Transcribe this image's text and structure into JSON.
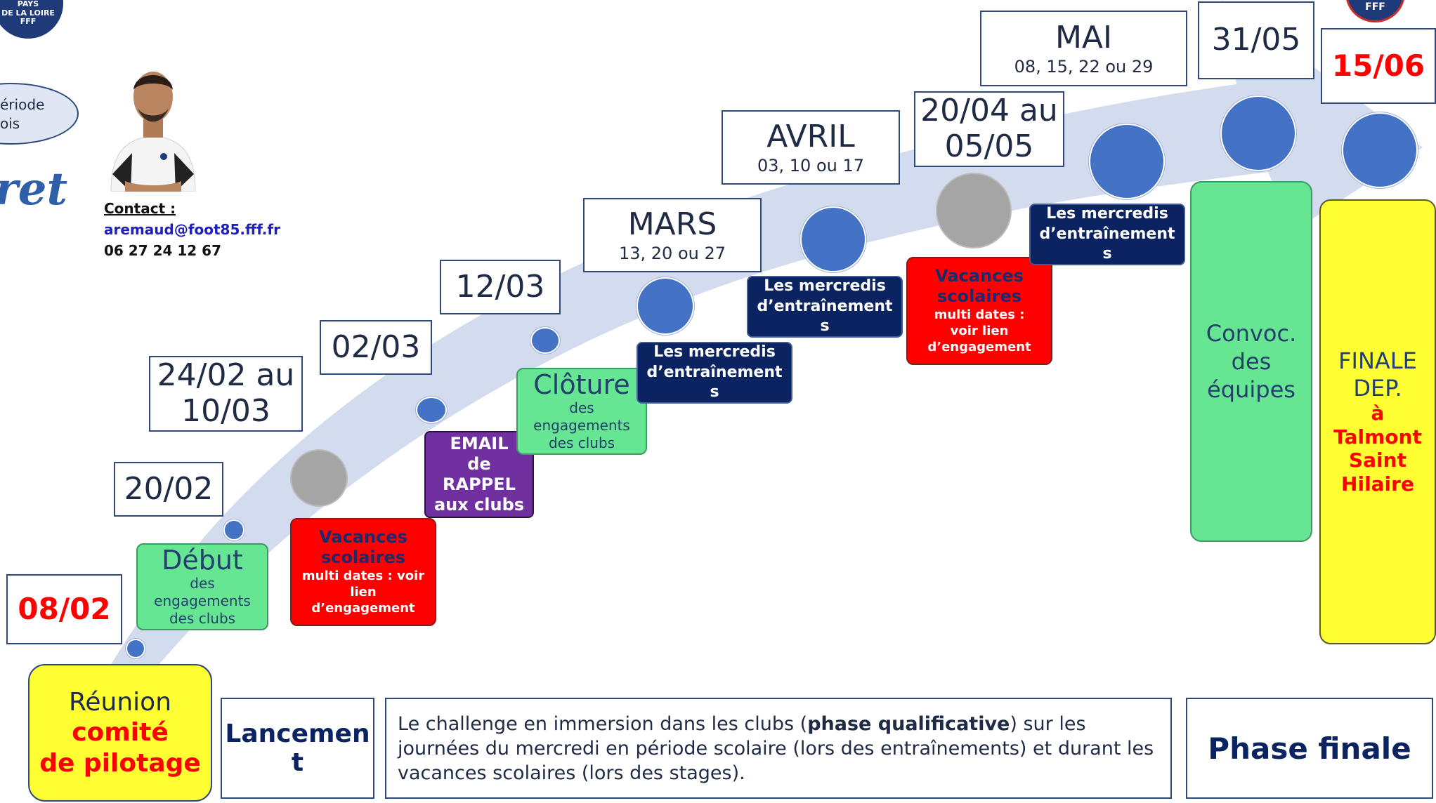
{
  "logos": {
    "league_top": "PAYS",
    "league_mid": "DE LA LOIRE",
    "league_bottom": "FFF",
    "right_logo": "FFF",
    "brand_fragment": "ret"
  },
  "left_bubble": {
    "line1": "ériode",
    "line2": "ois"
  },
  "contact": {
    "label": "Contact :",
    "email": "aremaud@foot85.fff.fr",
    "phone": "06 27 24 12 67"
  },
  "dates": {
    "d0802": "08/02",
    "d2002": "20/02",
    "d2402_l1": "24/02 au",
    "d2402_l2": "10/03",
    "d0203": "02/03",
    "d1203": "12/03",
    "mars_title": "MARS",
    "mars_days": "13, 20 ou 27",
    "avril_title": "AVRIL",
    "avril_days": "03, 10 ou 17",
    "d2004_l1": "20/04 au",
    "d2004_l2": "05/05",
    "mai_title": "MAI",
    "mai_days": "08, 15, 22 ou 29",
    "d3105": "31/05",
    "d1506": "15/06"
  },
  "steps": {
    "debut_title": "Début",
    "debut_sub1": "des",
    "debut_sub2": "engagements",
    "debut_sub3": "des clubs",
    "vac1_title1": "Vacances",
    "vac1_title2": "scolaires",
    "vac1_sub1": "multi dates : voir",
    "vac1_sub2": "lien",
    "vac1_sub3": "d’engagement",
    "email_l1": "EMAIL",
    "email_l2": "de",
    "email_l3": "RAPPEL",
    "email_l4": "aux clubs",
    "cloture_title": "Clôture",
    "cloture_sub1": "des",
    "cloture_sub2": "engagements",
    "cloture_sub3": "des clubs",
    "merc1_l1": "Les mercredis",
    "merc1_l2": "d’entraînement",
    "merc1_l3": "s",
    "merc2_l1": "Les mercredis",
    "merc2_l2": "d’entraînement",
    "merc2_l3": "s",
    "vac2_title1": "Vacances",
    "vac2_title2": "scolaires",
    "vac2_sub1": "multi dates :",
    "vac2_sub2": "voir lien",
    "vac2_sub3": "d’engagement",
    "merc3_l1": "Les mercredis",
    "merc3_l2": "d’entraînement",
    "merc3_l3": "s",
    "convoc_l1": "Convoc.",
    "convoc_l2": "des",
    "convoc_l3": "équipes",
    "finale_l1": "FINALE",
    "finale_l2": "DEP.",
    "finale_l3": "à",
    "finale_l4": "Talmont",
    "finale_l5": "Saint",
    "finale_l6": "Hilaire"
  },
  "bottom": {
    "reunion_l1": "Réunion",
    "reunion_l2": "comité",
    "reunion_l3": "de pilotage",
    "lancement_l1": "Lancemen",
    "lancement_l2": "t",
    "challenge_pre": "Le challenge en immersion dans les clubs (",
    "challenge_bold": "phase qualificative",
    "challenge_post": ") sur les journées du mercredi en période scolaire (lors des entraînements) et durant les vacances scolaires (lors des stages).",
    "phase_finale": "Phase finale"
  },
  "colors": {
    "navy": "#0b2461",
    "green": "#66e592",
    "red": "#ff0000",
    "yellow": "#ffff33",
    "purple": "#7030a0",
    "dot_blue": "#4472c4",
    "arrow": "#d3dbee"
  }
}
